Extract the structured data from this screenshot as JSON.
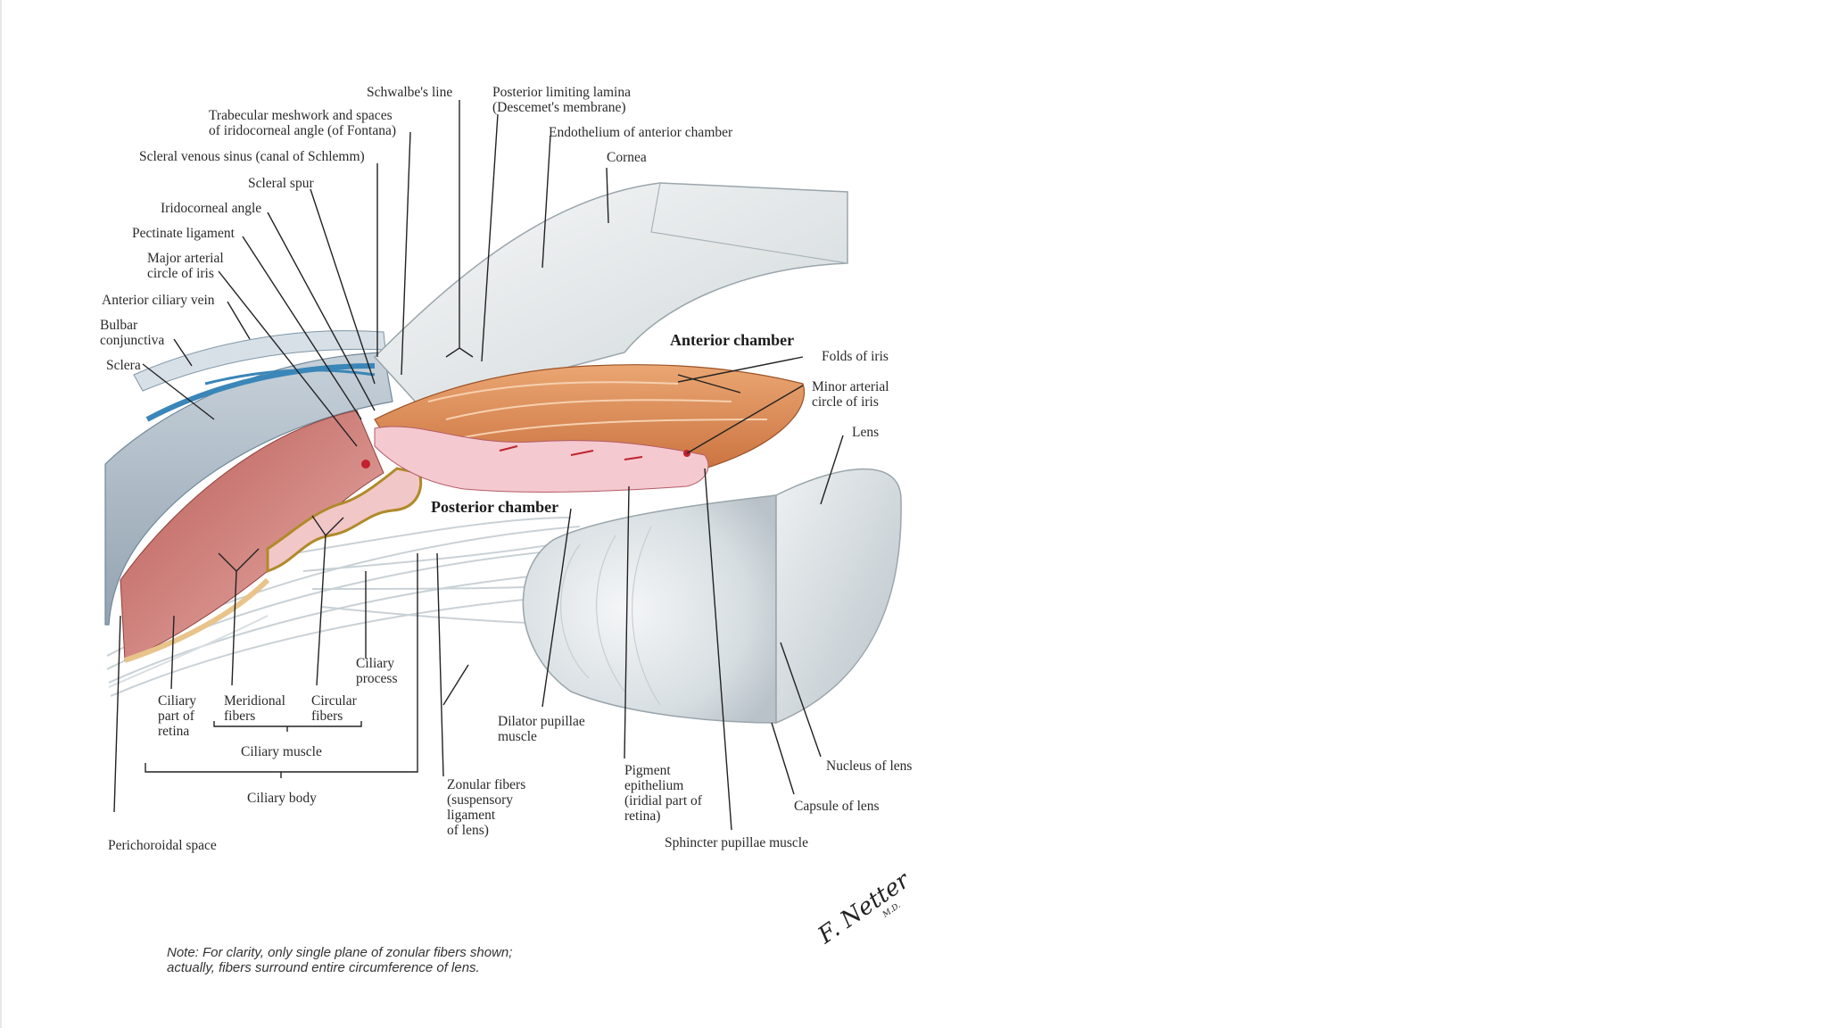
{
  "labels": {
    "schwalbes_line": "Schwalbe's line",
    "posterior_limiting_lamina_1": "Posterior limiting lamina",
    "posterior_limiting_lamina_2": "(Descemet's membrane)",
    "trabecular_1": "Trabecular meshwork and spaces",
    "trabecular_2": "of iridocorneal angle (of Fontana)",
    "endothelium": "Endothelium of anterior chamber",
    "scleral_venous_sinus": "Scleral venous sinus (canal of Schlemm)",
    "cornea": "Cornea",
    "scleral_spur": "Scleral spur",
    "iridocorneal_angle": "Iridocorneal angle",
    "pectinate_ligament": "Pectinate ligament",
    "major_arterial_1": "Major arterial",
    "major_arterial_2": "circle of iris",
    "anterior_ciliary_vein": "Anterior ciliary vein",
    "bulbar_1": "Bulbar",
    "bulbar_2": "conjunctiva",
    "sclera": "Sclera",
    "anterior_chamber": "Anterior chamber",
    "folds_of_iris": "Folds of iris",
    "minor_arterial_1": "Minor arterial",
    "minor_arterial_2": "circle of iris",
    "lens": "Lens",
    "posterior_chamber": "Posterior chamber",
    "ciliary_process_1": "Ciliary",
    "ciliary_process_2": "process",
    "ciliary_part_1": "Ciliary",
    "ciliary_part_2": "part of",
    "ciliary_part_3": "retina",
    "meridional_1": "Meridional",
    "meridional_2": "fibers",
    "circular_1": "Circular",
    "circular_2": "fibers",
    "ciliary_muscle": "Ciliary muscle",
    "ciliary_body": "Ciliary body",
    "perichoroidal_space": "Perichoroidal space",
    "dilator_1": "Dilator pupillae",
    "dilator_2": "muscle",
    "zonular_1": "Zonular fibers",
    "zonular_2": "(suspensory",
    "zonular_3": "ligament",
    "zonular_4": "of lens)",
    "pigment_1": "Pigment",
    "pigment_2": "epithelium",
    "pigment_3": "(iridial part of",
    "pigment_4": "retina)",
    "nucleus_of_lens": "Nucleus of lens",
    "capsule_of_lens": "Capsule of lens",
    "sphincter": "Sphincter pupillae muscle"
  },
  "note": {
    "line1": "Note: For clarity, only single plane of zonular fibers shown;",
    "line2": "actually, fibers surround entire circumference of lens."
  },
  "signature": "F. Netter M.D.",
  "colors": {
    "sclera": "#b9c6d3",
    "cornea": "#eef1f2",
    "iris": "#e0915a",
    "ciliary_muscle": "#d98a84",
    "pigment": "#f4c9cf",
    "vessel_blue": "#3a86b8",
    "lens": "#dfe5e8"
  }
}
